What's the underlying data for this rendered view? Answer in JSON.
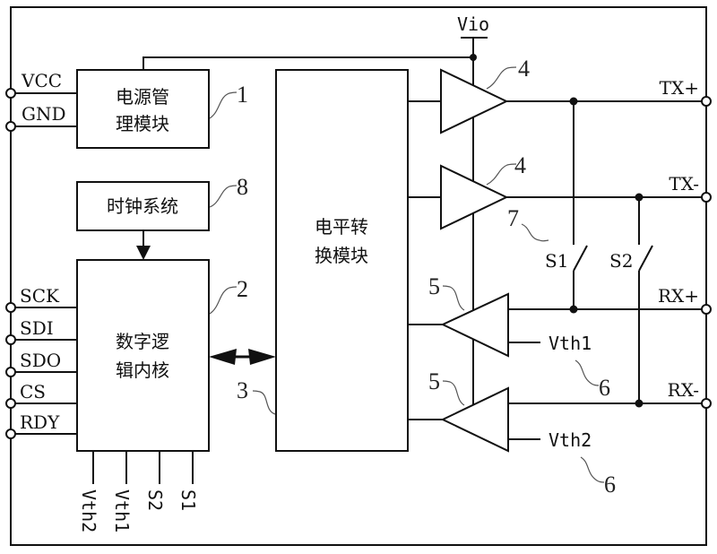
{
  "diagram": {
    "type": "block-schematic",
    "blocks": {
      "power": {
        "id": "1",
        "line1": "电源管",
        "line2": "理模块"
      },
      "clock": {
        "id": "8",
        "label": "时钟系统"
      },
      "core": {
        "id": "2",
        "line1": "数字逻",
        "line2": "辑内核"
      },
      "level": {
        "id": "3",
        "line1": "电平转",
        "line2": "换模块"
      }
    },
    "supply": {
      "label": "Vio"
    },
    "left_pins": {
      "power": [
        "VCC",
        "GND"
      ],
      "interface": [
        "SCK",
        "SDI",
        "SDO",
        "CS",
        "RDY"
      ]
    },
    "bottom_signals": [
      "Vth2",
      "Vth1",
      "S2",
      "S1"
    ],
    "right_pins": [
      "TX+",
      "TX-",
      "RX+",
      "RX-"
    ],
    "drivers": {
      "ref": "4",
      "count": 2
    },
    "comparators": {
      "ref": "5",
      "thresholds": [
        "Vth1",
        "Vth2"
      ],
      "threshold_ref": "6"
    },
    "switches": {
      "ref": "7",
      "labels": [
        "S1",
        "S2"
      ]
    },
    "bus_arrow": "bidirectional"
  }
}
